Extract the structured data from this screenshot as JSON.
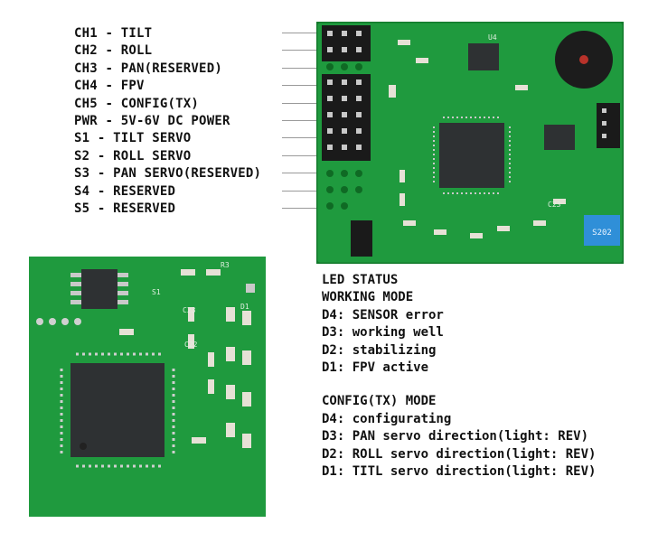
{
  "pinout": [
    "CH1 - TILT",
    "CH2 - ROLL",
    "CH3 - PAN(RESERVED)",
    "CH4 - FPV",
    "CH5 - CONFIG(TX)",
    "PWR - 5V-6V DC POWER",
    "S1 - TILT SERVO",
    "S2 - ROLL SERVO",
    "S3 - PAN SERVO(RESERVED)",
    "S4 - RESERVED",
    "S5 - RESERVED"
  ],
  "led_status": {
    "title": "LED STATUS",
    "working_mode": {
      "title": "WORKING MODE",
      "items": [
        "D4: SENSOR error",
        "D3: working well",
        "D2: stabilizing",
        "D1: FPV active"
      ]
    },
    "config_mode": {
      "title": "CONFIG(TX) MODE",
      "items": [
        "D4: configurating",
        "D3: PAN servo direction(light: REV)",
        "D2: ROLL servo direction(light: REV)",
        "D1: TITL servo direction(light: REV)"
      ]
    }
  },
  "board_labels": {
    "u4": "U4",
    "c23": "C23",
    "c22": "C22",
    "r3": "R3",
    "d1": "D1",
    "s1": "S1",
    "sticker": "S202"
  },
  "colors": {
    "pcb": "#1f9a3e",
    "pcb_dark": "#137a2c",
    "chip": "#2e3133",
    "pin": "#c9c9c9",
    "header": "#1a1a1a",
    "blue_part": "#2f8fd8",
    "buzzer": "#1c1c1c"
  }
}
